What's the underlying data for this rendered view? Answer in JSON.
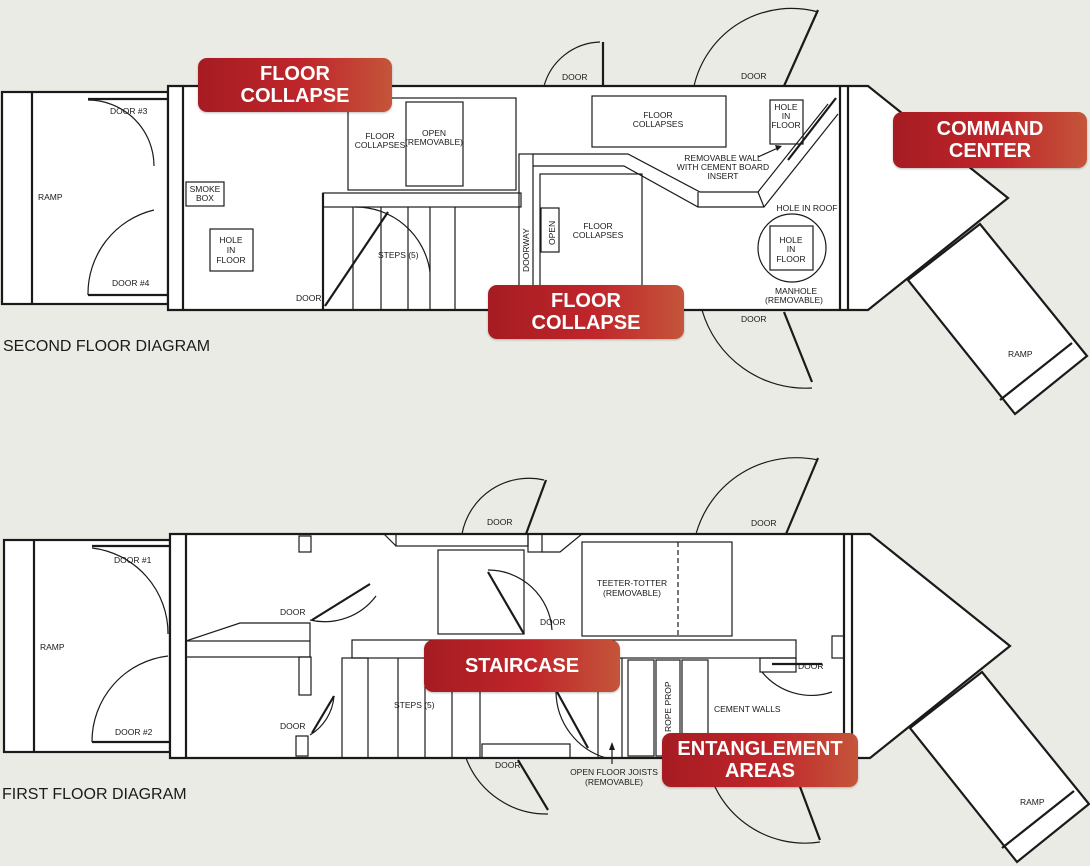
{
  "captions": {
    "second_floor": "SECOND FLOOR DIAGRAM",
    "first_floor": "FIRST FLOOR DIAGRAM"
  },
  "callouts": {
    "floor_collapse_top": [
      "FLOOR",
      "COLLAPSE"
    ],
    "floor_collapse_mid": [
      "FLOOR",
      "COLLAPSE"
    ],
    "command_center": [
      "COMMAND",
      "CENTER"
    ],
    "staircase": [
      "STAIRCASE"
    ],
    "entanglement": [
      "ENTANGLEMENT",
      "AREAS"
    ]
  },
  "second_floor": {
    "ramp": "RAMP",
    "door3": "DOOR #3",
    "door4": "DOOR #4",
    "smoke_box": [
      "SMOKE",
      "BOX"
    ],
    "hole_left": [
      "HOLE",
      "IN",
      "FLOOR"
    ],
    "floor_collapses_a": [
      "FLOOR",
      "COLLAPSES"
    ],
    "open_removable": [
      "OPEN",
      "(REMOVABLE)"
    ],
    "steps": "STEPS (5)",
    "door_stair": "DOOR",
    "door_top_mid": "DOOR",
    "door_top_right": "DOOR",
    "floor_collapses_b": [
      "FLOOR",
      "COLLAPSES"
    ],
    "floor_collapses_c": [
      "FLOOR",
      "COLLAPSES"
    ],
    "doorway": "DOORWAY",
    "open": "OPEN",
    "removable_wall": [
      "REMOVABLE WALL",
      "WITH CEMENT BOARD",
      "INSERT"
    ],
    "hole_top_right": [
      "HOLE",
      "IN",
      "FLOOR"
    ],
    "hole_in_roof": "HOLE IN ROOF",
    "hole_circle": [
      "HOLE",
      "IN",
      "FLOOR"
    ],
    "manhole": [
      "MANHOLE",
      "(REMOVABLE)"
    ],
    "door_bottom": "DOOR",
    "ramp_right": "RAMP"
  },
  "first_floor": {
    "ramp": "RAMP",
    "door1": "DOOR #1",
    "door2": "DOOR #2",
    "door_a": "DOOR",
    "door_b": "DOOR",
    "door_top_mid": "DOOR",
    "door_top_right": "DOOR",
    "door_center": "DOOR",
    "teeter": [
      "TEETER-TOTTER",
      "(REMOVABLE)"
    ],
    "steps": "STEPS (5)",
    "door_right": "DOOR",
    "rope_prop": "ROPE PROP",
    "cement_walls": "CEMENT WALLS",
    "door_bottom": "DOOR",
    "open_joists": [
      "OPEN FLOOR JOISTS",
      "(REMOVABLE)"
    ],
    "ramp_right": "RAMP"
  }
}
